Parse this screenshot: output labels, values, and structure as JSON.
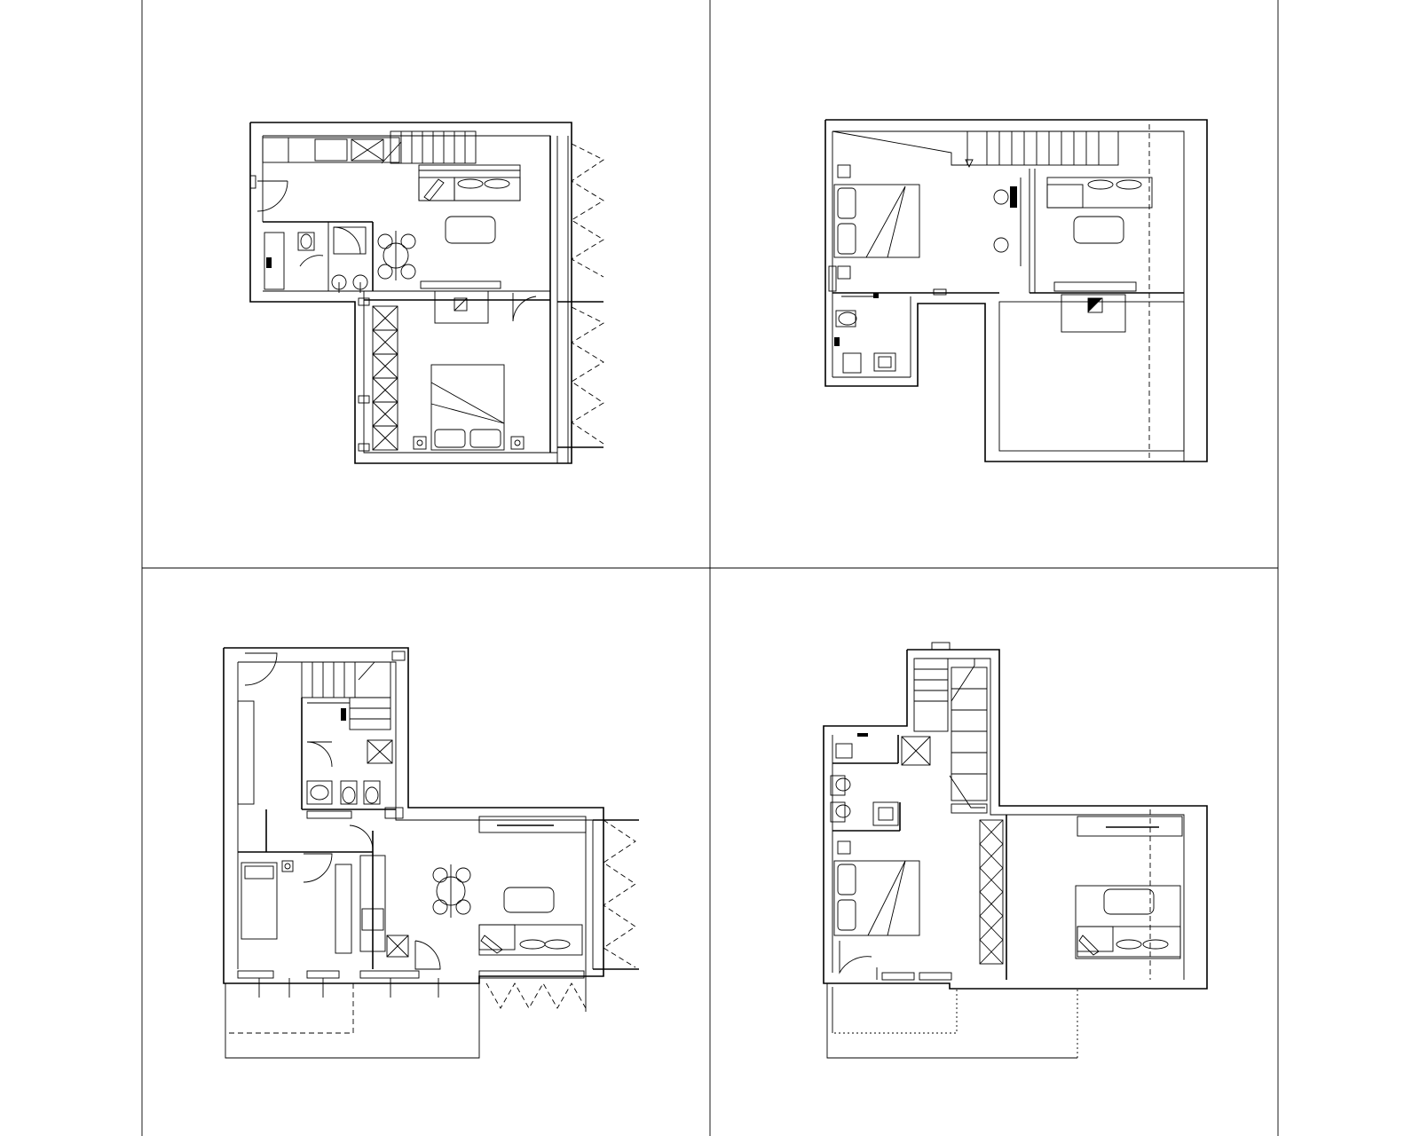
{
  "sheet": {
    "panels": [
      {
        "id": "top-left",
        "content": "floor-plan"
      },
      {
        "id": "top-right",
        "content": "floor-plan"
      },
      {
        "id": "bottom-left",
        "content": "floor-plan"
      },
      {
        "id": "bottom-right",
        "content": "floor-plan"
      }
    ],
    "colors": {
      "line": "#000000",
      "background": "#ffffff"
    }
  }
}
